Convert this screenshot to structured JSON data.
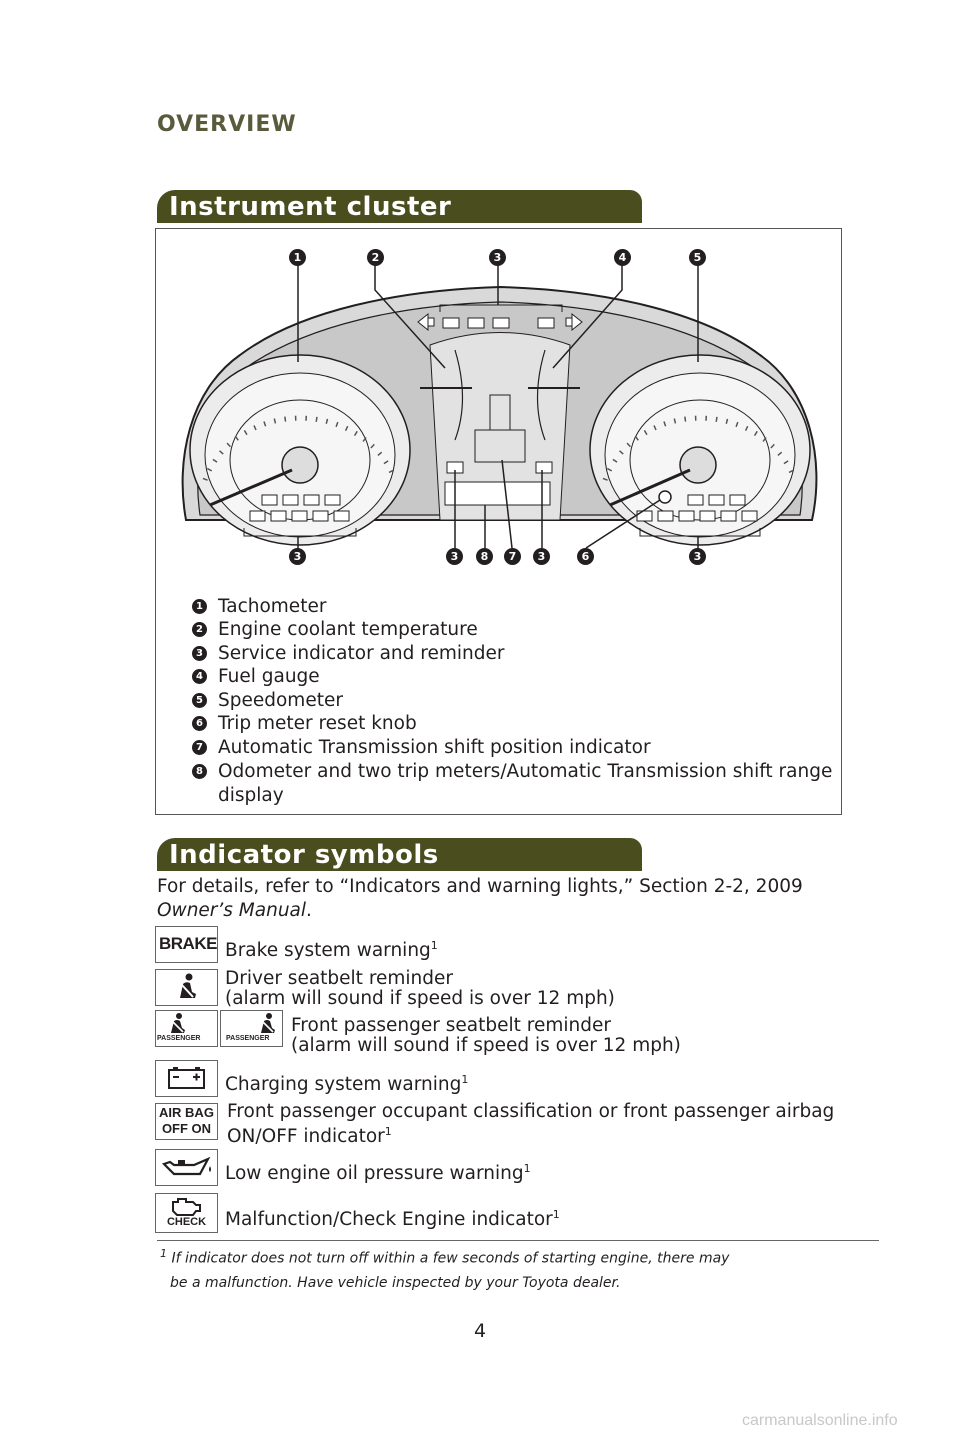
{
  "page": {
    "section": "OVERVIEW",
    "page_number": "4",
    "watermark": "carmanualsonline.info"
  },
  "cluster": {
    "title": "Instrument cluster",
    "callouts_top": [
      "1",
      "2",
      "3",
      "4",
      "5"
    ],
    "callouts_bottom": [
      "3",
      "3",
      "8",
      "7",
      "3",
      "6",
      "3"
    ],
    "legend": [
      {
        "num": "1",
        "text": "Tachometer"
      },
      {
        "num": "2",
        "text": "Engine coolant temperature"
      },
      {
        "num": "3",
        "text": "Service indicator and reminder"
      },
      {
        "num": "4",
        "text": "Fuel gauge"
      },
      {
        "num": "5",
        "text": "Speedometer"
      },
      {
        "num": "6",
        "text": "Trip meter reset knob"
      },
      {
        "num": "7",
        "text": "Automatic Transmission shift position indicator"
      },
      {
        "num": "8",
        "text": "Odometer and two trip meters/Automatic Transmission shift range"
      }
    ],
    "legend_continuation": "display"
  },
  "indicators": {
    "title": "Indicator symbols",
    "intro": "For details, refer to “Indicators and warning lights,” Section 2-2, 2009",
    "intro_italic": "Owner’s Manual",
    "intro_end": ".",
    "items": [
      {
        "icon": "brake-icon",
        "icon_text": "BRAKE",
        "line1": "Brake system warning",
        "sup": "1",
        "line2": ""
      },
      {
        "icon": "seatbelt-icon",
        "icon_text": "",
        "line1": "Driver seatbelt reminder",
        "sup": "",
        "line2": "(alarm will sound if speed is over 12 mph)"
      },
      {
        "icon": "passenger-seatbelt-icon",
        "icon_text": "PASSENGER",
        "line1": "Front passenger seatbelt reminder",
        "sup": "",
        "line2": "(alarm will sound if speed is over 12 mph)"
      },
      {
        "icon": "battery-icon",
        "icon_text": "",
        "line1": "Charging system warning",
        "sup": "1",
        "line2": ""
      },
      {
        "icon": "airbag-icon",
        "icon_text": "AIR BAG OFF ON",
        "line1": "Front passenger occupant classification or front passenger airbag",
        "sup": "1",
        "line2": "ON/OFF indicator"
      },
      {
        "icon": "oil-can-icon",
        "icon_text": "",
        "line1": "Low engine oil pressure warning",
        "sup": "1",
        "line2": ""
      },
      {
        "icon": "check-engine-icon",
        "icon_text": "CHECK",
        "line1": "Malfunction/Check Engine indicator",
        "sup": "1",
        "line2": ""
      }
    ],
    "footnote_mark": "1",
    "footnote_line1": "If indicator does not turn off within a few seconds of starting engine, there may",
    "footnote_line2": "be a malfunction. Have vehicle inspected by your Toyota dealer."
  }
}
